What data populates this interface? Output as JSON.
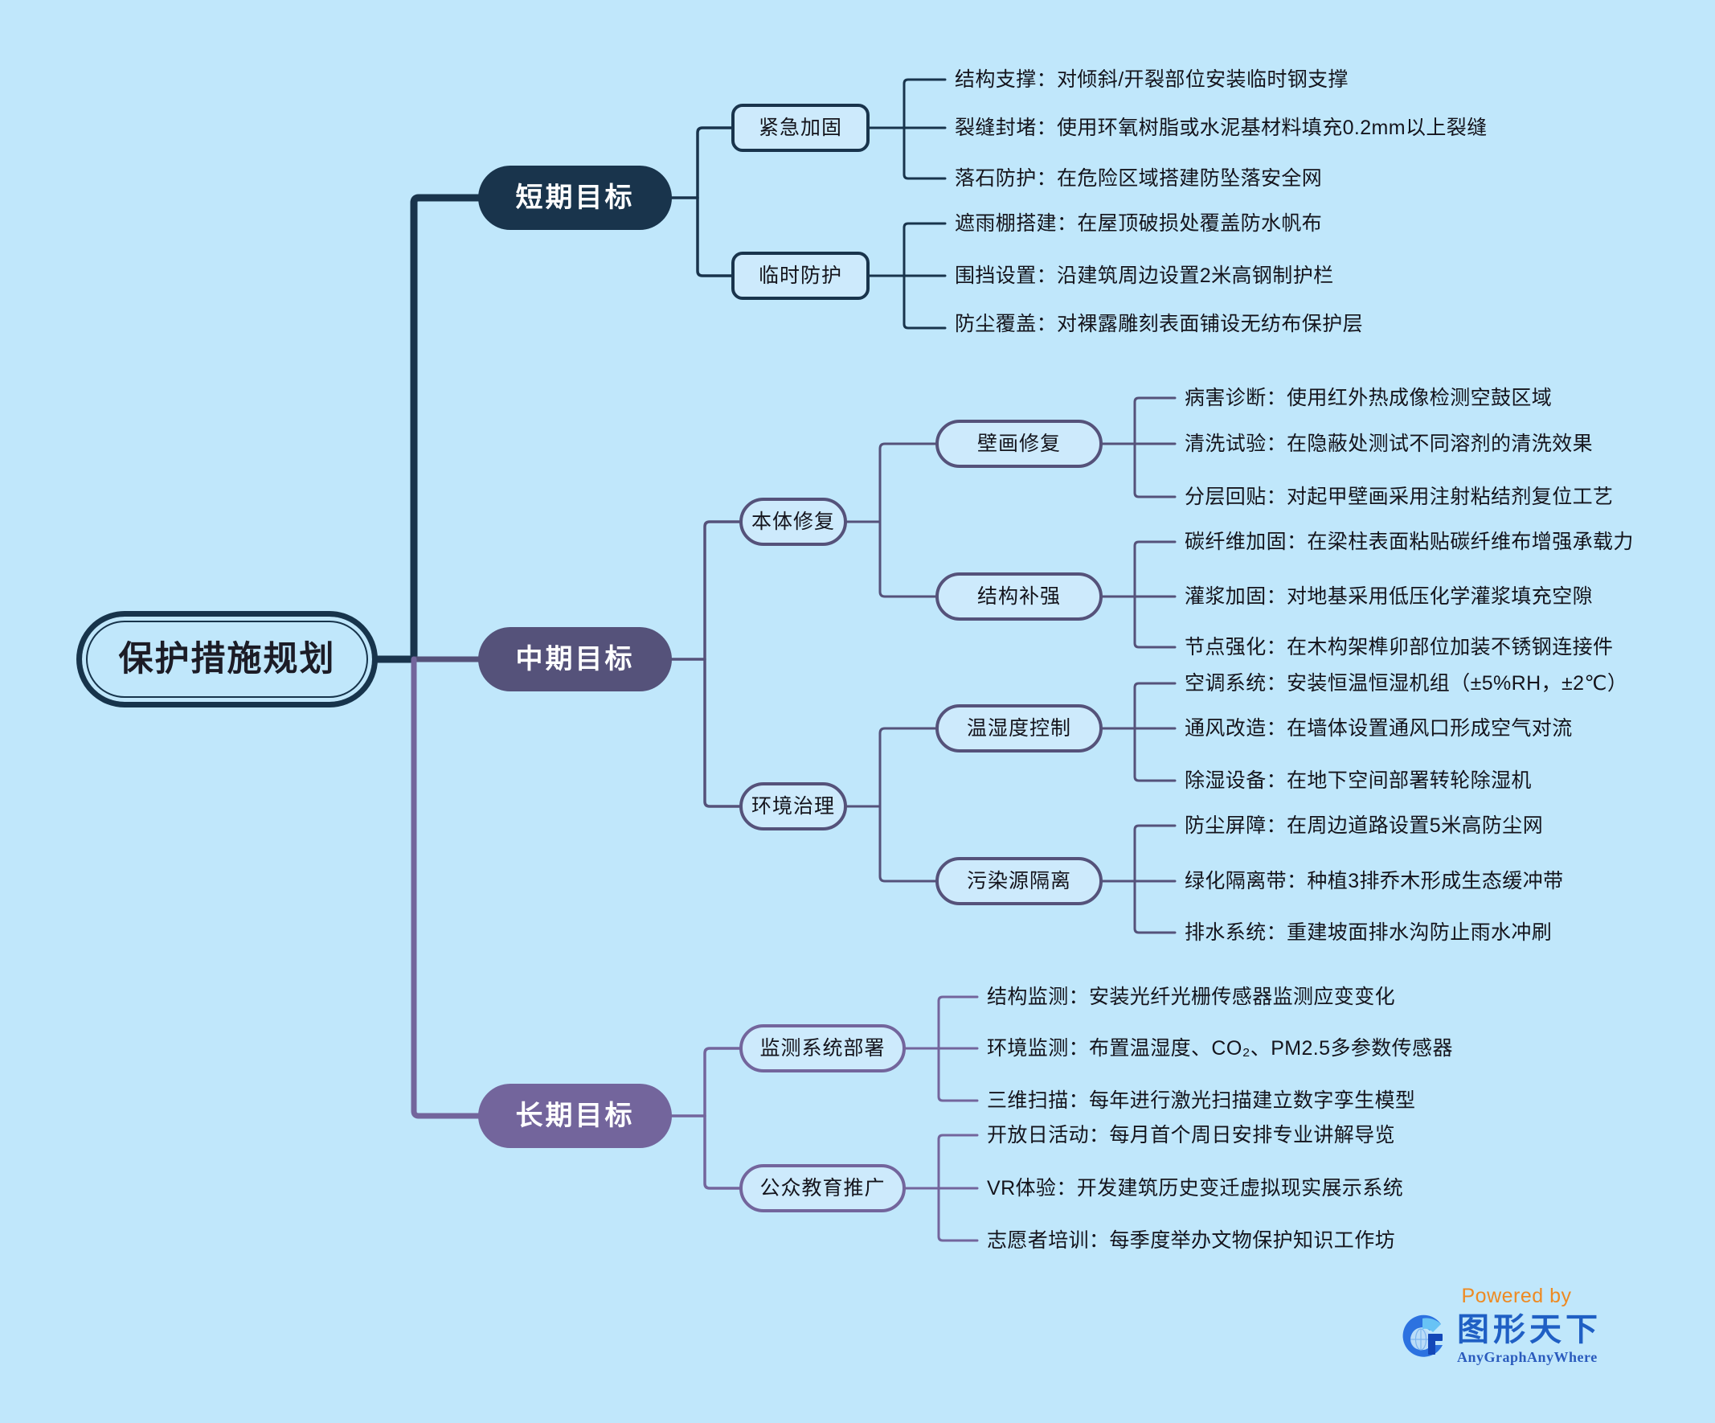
{
  "background_color": "#c0e7fb",
  "root": {
    "label": "保护措施规划",
    "color": "#17344b"
  },
  "branches": [
    {
      "label": "短期目标",
      "color": "#19344c",
      "children": [
        {
          "label": "紧急加固",
          "leaves": [
            "结构支撑：对倾斜/开裂部位安装临时钢支撑",
            "裂缝封堵：使用环氧树脂或水泥基材料填充0.2mm以上裂缝",
            "落石防护：在危险区域搭建防坠落安全网"
          ]
        },
        {
          "label": "临时防护",
          "leaves": [
            "遮雨棚搭建：在屋顶破损处覆盖防水帆布",
            "围挡设置：沿建筑周边设置2米高钢制护栏",
            "防尘覆盖：对裸露雕刻表面铺设无纺布保护层"
          ]
        }
      ]
    },
    {
      "label": "中期目标",
      "color": "#55527a",
      "children": [
        {
          "label": "本体修复",
          "subgroups": [
            {
              "label": "壁画修复",
              "leaves": [
                "病害诊断：使用红外热成像检测空鼓区域",
                "清洗试验：在隐蔽处测试不同溶剂的清洗效果",
                "分层回贴：对起甲壁画采用注射粘结剂复位工艺"
              ]
            },
            {
              "label": "结构补强",
              "leaves": [
                "碳纤维加固：在梁柱表面粘贴碳纤维布增强承载力",
                "灌浆加固：对地基采用低压化学灌浆填充空隙",
                "节点强化：在木构架榫卯部位加装不锈钢连接件"
              ]
            }
          ]
        },
        {
          "label": "环境治理",
          "subgroups": [
            {
              "label": "温湿度控制",
              "leaves": [
                "空调系统：安装恒温恒湿机组（±5%RH，±2℃）",
                "通风改造：在墙体设置通风口形成空气对流",
                "除湿设备：在地下空间部署转轮除湿机"
              ]
            },
            {
              "label": "污染源隔离",
              "leaves": [
                "防尘屏障：在周边道路设置5米高防尘网",
                "绿化隔离带：种植3排乔木形成生态缓冲带",
                "排水系统：重建坡面排水沟防止雨水冲刷"
              ]
            }
          ]
        }
      ]
    },
    {
      "label": "长期目标",
      "color": "#73659c",
      "children": [
        {
          "label": "监测系统部署",
          "leaves": [
            "结构监测：安装光纤光栅传感器监测应变变化",
            "环境监测：布置温湿度、CO₂、PM2.5多参数传感器",
            "三维扫描：每年进行激光扫描建立数字孪生模型"
          ]
        },
        {
          "label": "公众教育推广",
          "leaves": [
            "开放日活动：每月首个周日安排专业讲解导览",
            "VR体验：开发建筑历史变迁虚拟现实展示系统",
            "志愿者培训：每季度举办文物保护知识工作坊"
          ]
        }
      ]
    }
  ],
  "watermark": {
    "powered_by": "Powered by",
    "brand_cn": "图形天下",
    "brand_en": "AnyGraphAnyWhere",
    "brand_color": "#1f5fc4",
    "powered_color": "#ee8a22"
  }
}
